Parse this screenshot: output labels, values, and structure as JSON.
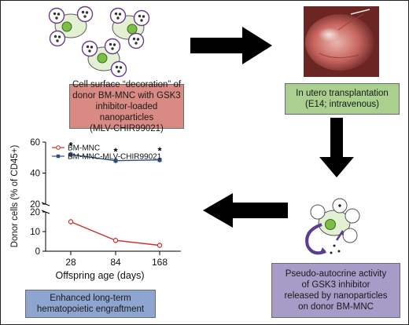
{
  "boxes": {
    "decoration": "Cell surface “decoration” of\ndonor BM-MNC with GSK3\ninhibitor-loaded nanoparticles\n(MLV-CHIR99021)",
    "transplant": "In utero transplantation\n(E14; intravenous)",
    "autocrine": "Pseudo-autocrine activity\nof GSK3 inhibitor\nreleased by nanoparticles\non donor BM-MNC",
    "engraftment": "Enhanced long-term\nhematopoietic engraftment"
  },
  "colors": {
    "decoration_box": "#d98a82",
    "transplant_box": "#a9d08e",
    "autocrine_box": "#a79cc7",
    "engraftment_box": "#8ea6cf",
    "bm_mnc_series": "#c9302c",
    "loaded_series": "#2b4f7e",
    "cell_body": "#e3f0d4",
    "cell_nucleus": "#7cbd45",
    "arrow": "#000000"
  },
  "chart_data": {
    "type": "line",
    "xlabel": "Offspring age (days)",
    "ylabel": "Donor cells (% of CD45+)",
    "x": [
      28,
      84,
      168
    ],
    "x_tick_labels": [
      "28",
      "84",
      "168"
    ],
    "broken_y_axis": true,
    "upper_panel": {
      "ylim": [
        20,
        60
      ],
      "y_ticks": [
        "20",
        "40",
        "60"
      ]
    },
    "lower_panel": {
      "ylim": [
        0,
        20
      ],
      "y_ticks": [
        "0",
        "10",
        "20"
      ]
    },
    "series": [
      {
        "name": "BM-MNC",
        "values": [
          15,
          5.5,
          3
        ],
        "marker": "open-circle",
        "panel": "lower"
      },
      {
        "name": "BM-MNC-MLV-CHIR99021",
        "values": [
          52,
          48,
          48.5
        ],
        "marker": "filled-square",
        "panel": "upper"
      }
    ],
    "significance_markers": [
      "*",
      "*",
      "*"
    ],
    "legend_position": "top"
  }
}
